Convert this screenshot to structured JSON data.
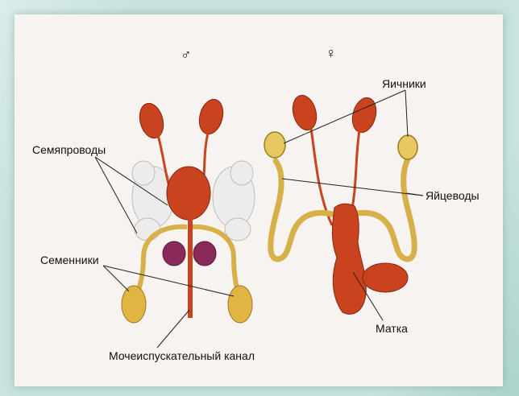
{
  "symbols": {
    "male": "♂",
    "female": "♀"
  },
  "labels": {
    "vas_deferens": "Семяпроводы",
    "testes": "Семенники",
    "urethra": "Мочеиспускательный канал",
    "ovaries": "Яичники",
    "oviducts": "Яйцеводы",
    "uterus": "Матка"
  },
  "colors": {
    "organ_red": "#c8431e",
    "duct_yellow": "#d8b04a",
    "gland_purple": "#8a2a5a",
    "fat_white": "#eeeeee"
  }
}
